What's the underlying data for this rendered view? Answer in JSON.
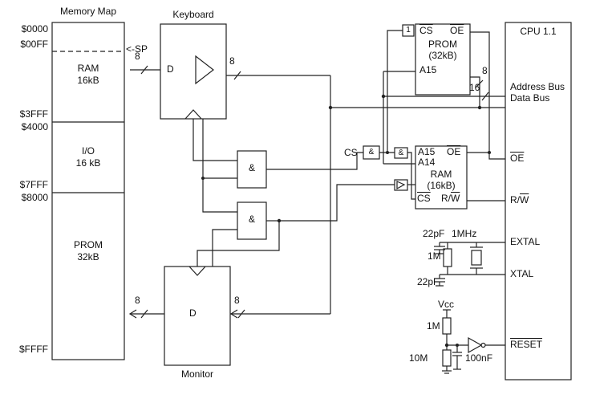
{
  "memory_map": {
    "title": "Memory Map",
    "addr_0000": "$0000",
    "addr_00ff": "$00FF",
    "addr_3fff": "$3FFF",
    "addr_4000": "$4000",
    "addr_7fff": "$7FFF",
    "addr_8000": "$8000",
    "addr_ffff": "$FFFF",
    "sp": "<-SP",
    "ram_name": "RAM",
    "ram_size": "16kB",
    "io_name": "I/O",
    "io_size": "16 kB",
    "prom_name": "PROM",
    "prom_size": "32kB"
  },
  "keyboard": {
    "title": "Keyboard",
    "latch": "D",
    "bus_in": "8",
    "bus_out": "8"
  },
  "monitor": {
    "title": "Monitor",
    "latch": "D",
    "bus_in": "8",
    "bus_out": "8"
  },
  "logic": {
    "and1": "&",
    "and2": "&",
    "cs_label": "CS",
    "cs_gate": "&",
    "ram_gate": "&",
    "prom_gate": "1"
  },
  "prom": {
    "cs": "CS",
    "oe": "OE",
    "name": "PROM",
    "size": "(32kB)",
    "a15": "A15",
    "data_width": "8",
    "addr_width": "16"
  },
  "ram": {
    "a15": "A15",
    "a14": "A14",
    "oe": "OE",
    "name": "RAM",
    "size": "(16kB)",
    "cs": "CS",
    "rw_pre": "R/",
    "rw_w": "W"
  },
  "cpu": {
    "title": "CPU 1.1",
    "address_bus": "Address Bus",
    "data_bus": "Data Bus",
    "oe": "OE",
    "rw_pre": "R/",
    "rw_w": "W",
    "extal": "EXTAL",
    "xtal": "XTAL",
    "reset": "RESET"
  },
  "clock": {
    "c_top": "22pF",
    "freq": "1MHz",
    "r": "1M",
    "c_bottom": "22pF"
  },
  "reset": {
    "vcc": "Vcc",
    "r_top": "1M",
    "r_bottom": "10M",
    "cap": "100nF"
  }
}
